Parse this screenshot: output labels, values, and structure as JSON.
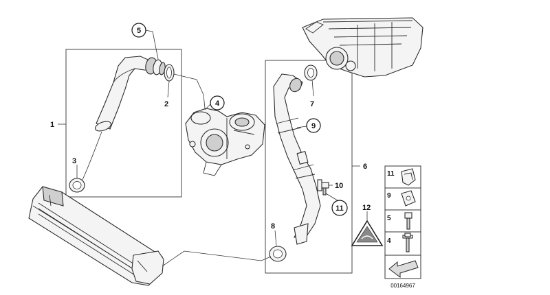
{
  "diagram": {
    "catalog_number": "00164967",
    "callouts": [
      {
        "id": "1",
        "label": "1",
        "circled": false
      },
      {
        "id": "2",
        "label": "2",
        "circled": false
      },
      {
        "id": "3",
        "label": "3",
        "circled": false
      },
      {
        "id": "4",
        "label": "4",
        "circled": true
      },
      {
        "id": "5",
        "label": "5",
        "circled": true
      },
      {
        "id": "6",
        "label": "6",
        "circled": false
      },
      {
        "id": "7",
        "label": "7",
        "circled": false
      },
      {
        "id": "8",
        "label": "8",
        "circled": false
      },
      {
        "id": "9",
        "label": "9",
        "circled": true
      },
      {
        "id": "10",
        "label": "10",
        "circled": false
      },
      {
        "id": "11",
        "label": "11",
        "circled": true
      },
      {
        "id": "12",
        "label": "12",
        "circled": false
      }
    ],
    "side_panel": [
      {
        "label": "11",
        "icon": "bracket-clip-icon"
      },
      {
        "label": "9",
        "icon": "spring-clip-icon"
      },
      {
        "label": "5",
        "icon": "hex-bolt-icon"
      },
      {
        "label": "4",
        "icon": "flange-bolt-icon"
      }
    ]
  }
}
